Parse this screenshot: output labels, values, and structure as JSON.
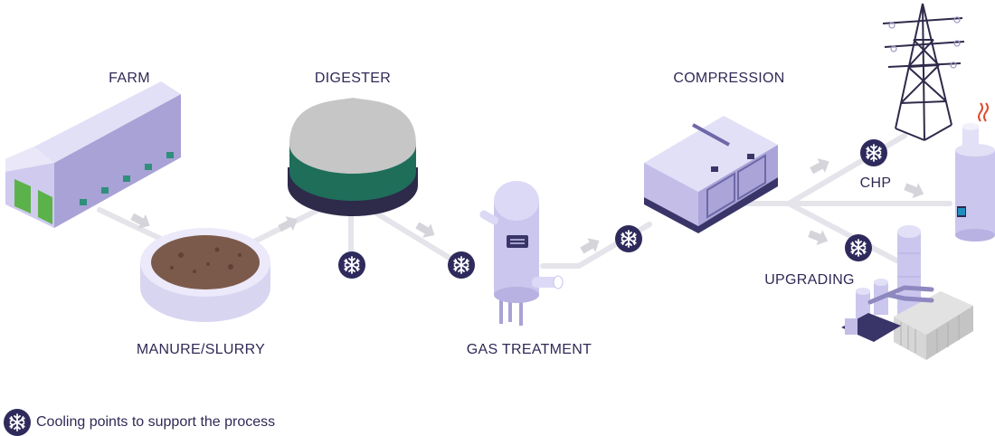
{
  "labels": {
    "farm": "FARM",
    "digester": "DIGESTER",
    "compression": "COMPRESSION",
    "manure": "MANURE/SLURRY",
    "gas_treatment": "GAS TREATMENT",
    "chp": "CHP",
    "upgrading": "UPGRADING"
  },
  "legend": {
    "text": "Cooling points to support the process",
    "icon": "snowflake-icon"
  },
  "colors": {
    "pipe": "#e3e3e8",
    "arrow": "#d2d2d8",
    "badge": "#2e2a5c",
    "equipment": "#c9c4ea",
    "equipment_dark": "#8e88c0",
    "green": "#65b84f",
    "digester_green": "#1f6e5a",
    "dome": "#c4c4c4",
    "manure": "#7d5a4a",
    "flame": "#e04b2a"
  }
}
